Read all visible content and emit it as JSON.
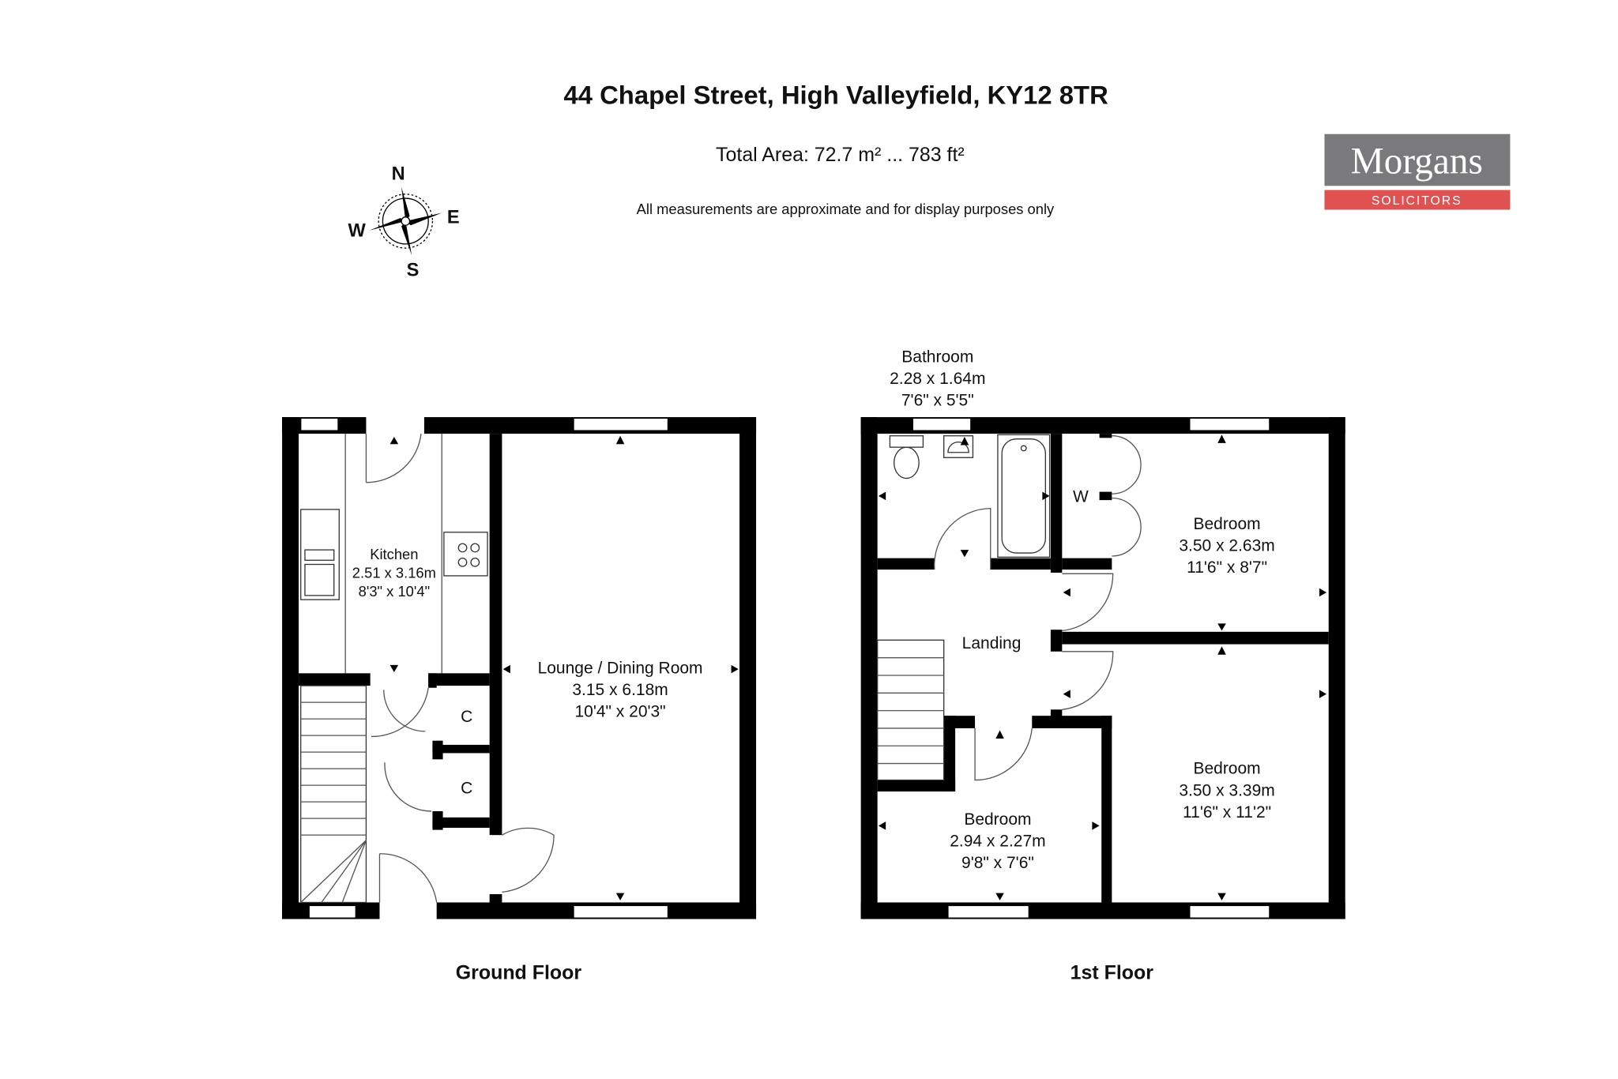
{
  "header": {
    "title": "44 Chapel Street, High Valleyfield, KY12 8TR",
    "total_area": "Total Area: 72.7 m² ... 783 ft²",
    "disclaimer": "All measurements are approximate and for display purposes only"
  },
  "compass": {
    "n": "N",
    "e": "E",
    "s": "S",
    "w": "W"
  },
  "logo": {
    "name": "Morgans",
    "tagline": "SOLICITORS",
    "grey": "#7a7a7c",
    "red": "#e05252"
  },
  "ground_floor": {
    "label": "Ground Floor",
    "kitchen": {
      "name": "Kitchen",
      "metric": "2.51 x 3.16m",
      "imperial": "8'3\" x 10'4\""
    },
    "lounge": {
      "name": "Lounge / Dining Room",
      "metric": "3.15 x 6.18m",
      "imperial": "10'4\" x 20'3\""
    },
    "cupboard1": "C",
    "cupboard2": "C"
  },
  "first_floor": {
    "label": "1st Floor",
    "bathroom": {
      "name": "Bathroom",
      "metric": "2.28 x 1.64m",
      "imperial": "7'6\" x 5'5\""
    },
    "bedroom1": {
      "name": "Bedroom",
      "metric": "3.50 x 2.63m",
      "imperial": "11'6\" x 8'7\""
    },
    "bedroom2": {
      "name": "Bedroom",
      "metric": "3.50 x 3.39m",
      "imperial": "11'6\" x 11'2\""
    },
    "bedroom3": {
      "name": "Bedroom",
      "metric": "2.94 x 2.27m",
      "imperial": "9'8\" x 7'6\""
    },
    "landing": "Landing",
    "wardrobe": "W"
  }
}
